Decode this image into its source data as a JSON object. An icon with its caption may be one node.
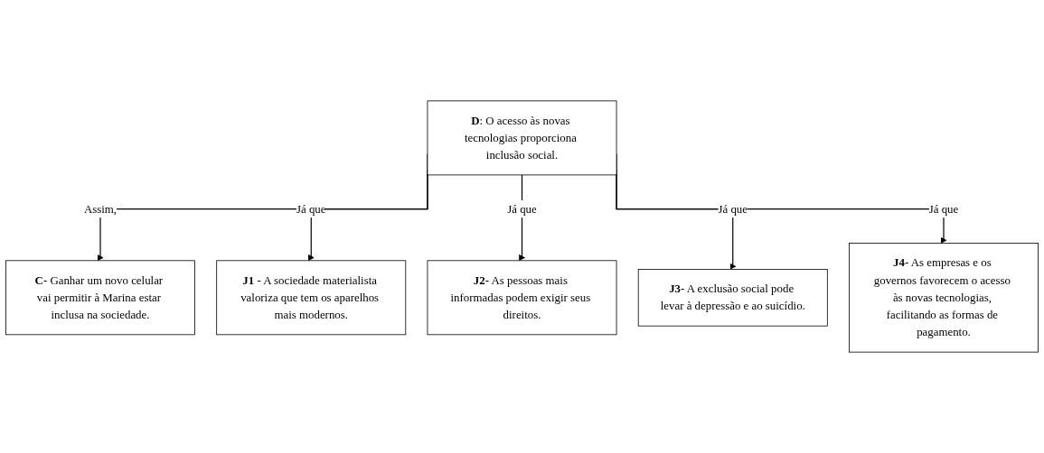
{
  "diagram": {
    "nodes": [
      {
        "text": [
          "**D**: O acesso às novas tecnologias proporciona inclusão social."
        ]
      },
      {
        "text": [
          "**C**- Ganhar um novo celular vai permitir à Marina estar inclusa na sociedade."
        ]
      },
      {
        "text": [
          "**J1** - A sociedade materialista valoriza que tem os aparelhos mais modernos."
        ]
      },
      {
        "text": [
          "**J2-** As pessoas mais informadas podem exigir seus direitos."
        ]
      },
      {
        "text": [
          "**J3**- A exclusão social pode levar à depressão e ao suicídio."
        ]
      },
      {
        "text": [
          "**J4**- As empresas e os governos favorecem o acesso às novas tecnologias, facilitando as formas de pagamento."
        ]
      }
    ],
    "edges": [
      {
        "from": 0,
        "to": 1,
        "arrow": "to",
        "label": "Assim,"
      },
      {
        "from": 0,
        "to": 2,
        "arrow": "to",
        "label": "Já que"
      },
      {
        "from": 0,
        "to": 3,
        "arrow": "to",
        "label": "Já que"
      },
      {
        "from": 0,
        "to": 4,
        "arrow": "to",
        "label": "Já que"
      },
      {
        "from": 0,
        "to": 5,
        "arrow": "to",
        "label": "Já que"
      }
    ]
  }
}
